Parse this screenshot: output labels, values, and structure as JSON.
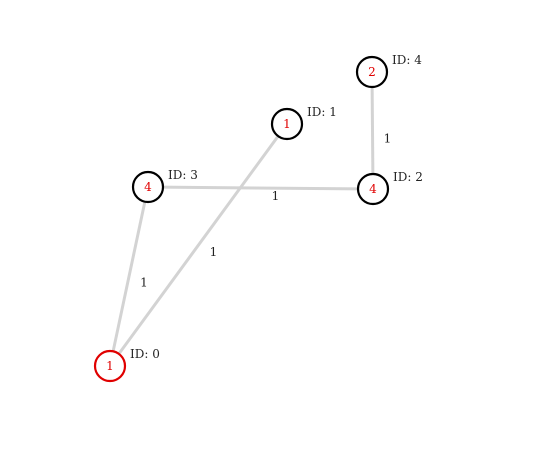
{
  "id_prefix": "ID: ",
  "colors": {
    "edge": "#d3d3d3",
    "node_stroke_default": "#000000",
    "node_stroke_highlight": "#e00000",
    "node_value_text": "#e00000",
    "label_text": "#222222"
  },
  "nodes": [
    {
      "id": "0",
      "value": "1",
      "highlighted": true
    },
    {
      "id": "1",
      "value": "1",
      "highlighted": false
    },
    {
      "id": "2",
      "value": "4",
      "highlighted": false
    },
    {
      "id": "3",
      "value": "4",
      "highlighted": false
    },
    {
      "id": "4",
      "value": "2",
      "highlighted": false
    }
  ],
  "edges": [
    {
      "source": "0",
      "target": "1",
      "weight": "1"
    },
    {
      "source": "0",
      "target": "3",
      "weight": "1"
    },
    {
      "source": "3",
      "target": "2",
      "weight": "1"
    },
    {
      "source": "2",
      "target": "4",
      "weight": "1"
    }
  ]
}
